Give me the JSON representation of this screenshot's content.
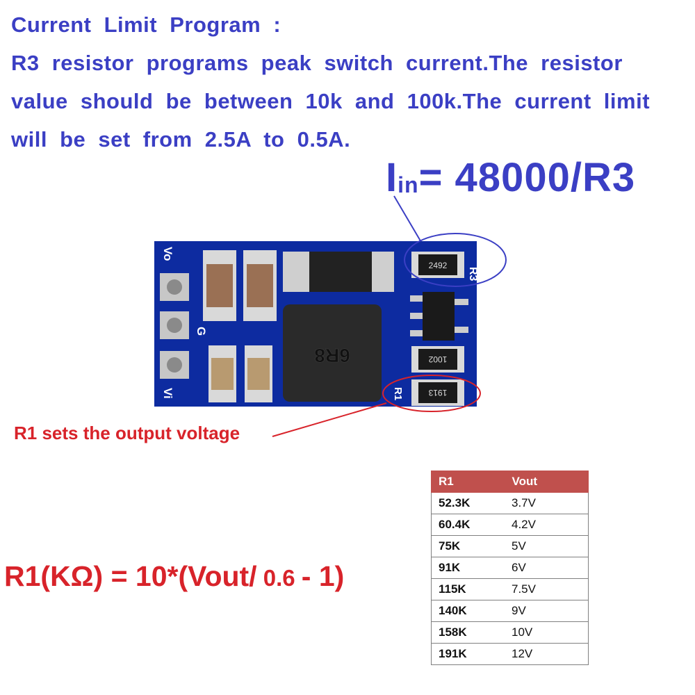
{
  "heading": {
    "line1": "Current Limit Program :",
    "line2": "R3 resistor programs peak switch current.The resistor",
    "line3": "value should be between 10k and 100k.The current limit",
    "line4": "will be set from 2.5A to 0.5A."
  },
  "current_formula": {
    "symbol": "I",
    "subscript": "in",
    "expression": "= 48000/R3"
  },
  "board": {
    "pin_vo": "Vo",
    "pin_g": "G",
    "pin_vi": "Vi",
    "r3_label": "R3",
    "r1_label": "R1",
    "r3_marking": "2492",
    "mid_resistor_marking": "1002",
    "r1_marking": "1913",
    "inductor_marking": "6R8",
    "colors": {
      "pcb": "#0d2ba0",
      "highlight_blue": "#3b3fc4",
      "highlight_red": "#d8232a"
    }
  },
  "r1_caption": "R1 sets the output voltage",
  "r1_formula": {
    "left": "R1(KΩ) = 10*(Vout/",
    "small": " 0.6 ",
    "right": "- 1)"
  },
  "table": {
    "headers": [
      "R1",
      "Vout"
    ],
    "rows": [
      [
        "52.3K",
        "3.7V"
      ],
      [
        "60.4K",
        "4.2V"
      ],
      [
        "75K",
        "5V"
      ],
      [
        "91K",
        "6V"
      ],
      [
        "115K",
        "7.5V"
      ],
      [
        "140K",
        "9V"
      ],
      [
        "158K",
        "10V"
      ],
      [
        "191K",
        "12V"
      ]
    ],
    "header_color": "#c0504d"
  }
}
